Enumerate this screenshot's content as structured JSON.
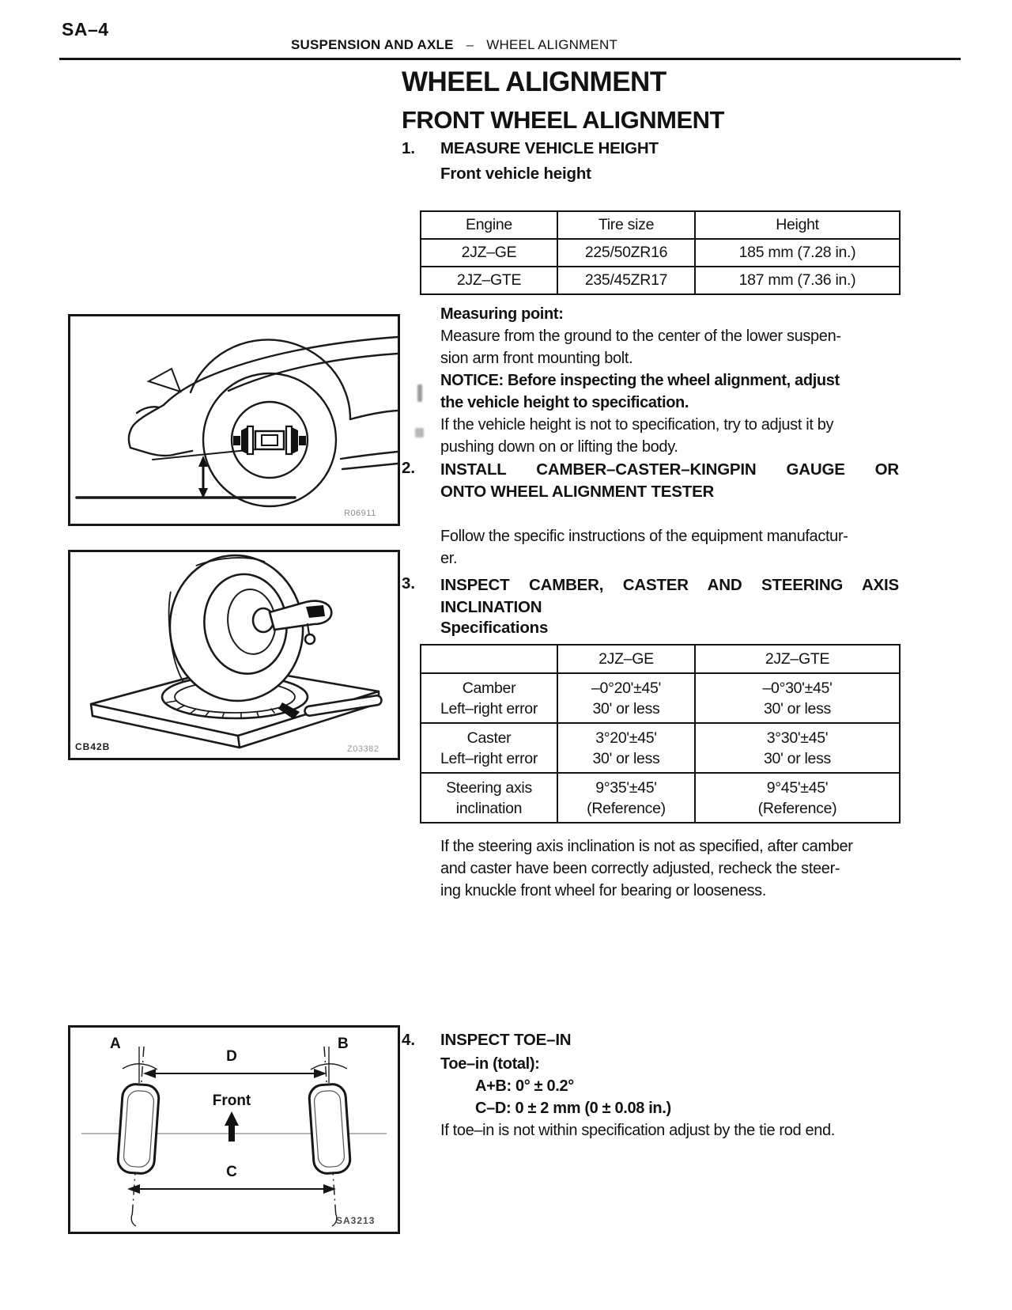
{
  "header": {
    "page_number": "SA–4",
    "section": "SUSPENSION AND AXLE",
    "separator": "–",
    "topic": "WHEEL ALIGNMENT"
  },
  "titles": {
    "main": "WHEEL ALIGNMENT",
    "sub": "FRONT WHEEL ALIGNMENT"
  },
  "step1": {
    "number": "1.",
    "title": "MEASURE VEHICLE HEIGHT",
    "subheading": "Front vehicle height",
    "measuring_point_label": "Measuring point:",
    "measuring_lines": [
      "Measure from the ground to the center of the lower suspen-",
      "sion arm front mounting bolt."
    ],
    "notice_lines": [
      "NOTICE: Before inspecting the wheel alignment, adjust",
      "the vehicle height to specification."
    ],
    "adjust_lines": [
      "If the vehicle height is not to specification, try to adjust it by",
      "pushing down on or lifting the body."
    ]
  },
  "vehicle_height_table": {
    "headers": [
      "Engine",
      "Tire size",
      "Height"
    ],
    "rows": [
      [
        "2JZ–GE",
        "225/50ZR16",
        "185 mm (7.28 in.)"
      ],
      [
        "2JZ–GTE",
        "235/45ZR17",
        "187 mm (7.36 in.)"
      ]
    ]
  },
  "step2": {
    "number": "2.",
    "title_lines": [
      "INSTALL CAMBER–CASTER–KINGPIN GAUGE OR",
      "ONTO WHEEL ALIGNMENT TESTER"
    ],
    "body_lines": [
      "Follow the specific instructions of the equipment manufactur-",
      "er."
    ]
  },
  "step3": {
    "number": "3.",
    "title_lines": [
      "INSPECT CAMBER, CASTER AND STEERING AXIS",
      "INCLINATION"
    ],
    "subheading": "Specifications",
    "body_lines": [
      "If the steering axis inclination is not as specified, after camber",
      "and caster have been correctly adjusted, recheck the steer-",
      "ing knuckle front wheel for bearing or looseness."
    ]
  },
  "spec_table": {
    "headers": [
      "",
      "2JZ–GE",
      "2JZ–GTE"
    ],
    "rows": [
      {
        "label": [
          "Camber",
          "Left–right error"
        ],
        "ge": [
          "–0°20'±45'",
          "30' or less"
        ],
        "gte": [
          "–0°30'±45'",
          "30' or less"
        ]
      },
      {
        "label": [
          "Caster",
          "Left–right error"
        ],
        "ge": [
          "3°20'±45'",
          "30' or less"
        ],
        "gte": [
          "3°30'±45'",
          "30' or less"
        ]
      },
      {
        "label": [
          "Steering axis",
          "inclination"
        ],
        "ge": [
          "9°35'±45'",
          "(Reference)"
        ],
        "gte": [
          "9°45'±45'",
          "(Reference)"
        ]
      }
    ]
  },
  "step4": {
    "number": "4.",
    "title": "INSPECT TOE–IN",
    "spec_label": "Toe–in (total):",
    "spec_ab": "A+B: 0° ± 0.2°",
    "spec_cd": "C–D: 0 ± 2 mm (0 ± 0.08 in.)",
    "body": "If toe–in is not within specification adjust by the tie rod end."
  },
  "figures": {
    "fig1": {
      "code": "R06911"
    },
    "fig2": {
      "code_left": "CB42B",
      "code_right": "Z03382"
    },
    "fig3": {
      "label_a": "A",
      "label_b": "B",
      "label_c": "C",
      "label_d": "D",
      "front": "Front",
      "code": "SA3213"
    }
  }
}
